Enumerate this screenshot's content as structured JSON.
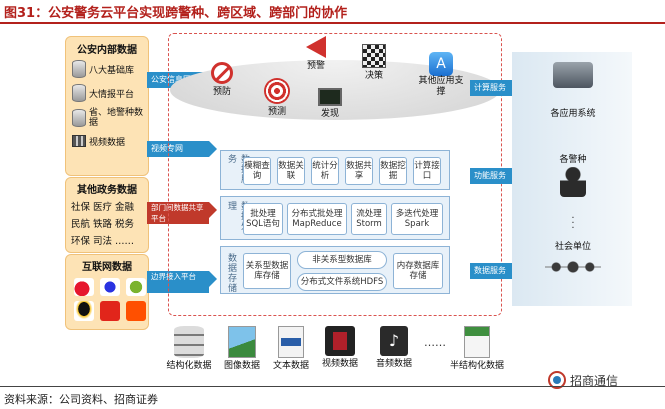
{
  "title": "图31：公安警务云平台实现跨警种、跨区域、跨部门的协作",
  "footer": "资料来源：公司资料、招商证券",
  "logo": "招商通信",
  "left": {
    "internal": {
      "header": "公安内部数据",
      "items": [
        "八大基础库",
        "大情报平台",
        "省、地警种数据",
        "视频数据"
      ]
    },
    "gov": {
      "header": "其他政务数据",
      "rows": [
        "社保 医疗 金融",
        "民航 铁路 税务",
        "环保 司法 ……"
      ]
    },
    "internet": {
      "header": "互联网数据"
    }
  },
  "arrows_in": [
    "公安信息网",
    "视频专网",
    "部门间数据共享平台",
    "边界接入平台"
  ],
  "apps": {
    "items": [
      "预防",
      "预测",
      "预警",
      "发现",
      "决策",
      "其他应用支撑"
    ]
  },
  "layers": [
    {
      "label": "数据服务",
      "cells": [
        "模糊查询",
        "数据关联",
        "统计分析",
        "数据共享",
        "数据挖掘",
        "计算接口"
      ]
    },
    {
      "label": "数据处理",
      "cells": [
        "批处理 SQL语句",
        "分布式批处理 MapReduce",
        "流处理 Storm",
        "多迭代处理 Spark"
      ]
    },
    {
      "label": "数据存储",
      "cells": [
        "关系型数据库存储",
        "非关系型数据库",
        "分布式文件系统HDFS",
        "内存数据库存储"
      ]
    }
  ],
  "arrows_out": [
    "计算服务",
    "功能服务",
    "数据服务"
  ],
  "right": {
    "nodes": [
      "各应用系统",
      "各警种",
      "社会单位"
    ]
  },
  "bottom": [
    "结构化数据",
    "图像数据",
    "文本数据",
    "视频数据",
    "音频数据",
    "半结构化数据"
  ],
  "bottom_ellipsis": "……"
}
